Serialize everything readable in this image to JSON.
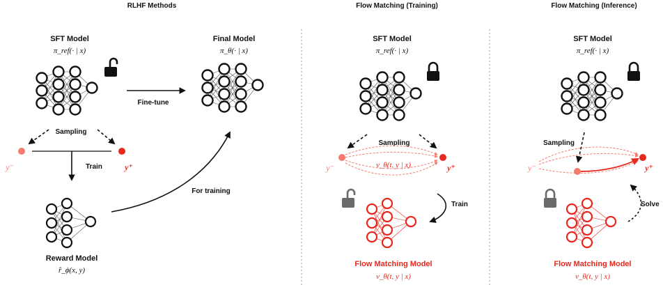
{
  "colors": {
    "ink": "#111111",
    "red": "#e8281e",
    "light_red": "#f47c6e",
    "gray_lock": "#6a6a6a",
    "divider": "#9a9a9a"
  },
  "panels": {
    "rlhf": {
      "title": "RLHF Methods",
      "sft": {
        "label": "SFT Model",
        "formula": "π_ref(· | x)"
      },
      "final": {
        "label": "Final Model",
        "formula": "π_θ(· | x)"
      },
      "finetune": "Fine-tune",
      "sampling": "Sampling",
      "y_minus": "y⁻",
      "y_plus": "y⁺",
      "train": "Train",
      "for_training": "For training",
      "reward": {
        "label": "Reward Model",
        "formula": "r̂_ϕ(x, y)"
      },
      "lock_icon": "unlocked-lock-icon"
    },
    "fm_train": {
      "title": "Flow Matching (Training)",
      "sft": {
        "label": "SFT Model",
        "formula": "π_ref(· | x)"
      },
      "sampling": "Sampling",
      "y_minus": "y⁻",
      "y_plus": "y⁺",
      "vfield": "v_θ(t, y | x)",
      "train": "Train",
      "fm": {
        "label": "Flow Matching Model",
        "formula": "v_θ(t, y | x)"
      },
      "lock_icon_top": "locked-lock-icon",
      "lock_icon_bottom": "unlocked-lock-icon"
    },
    "fm_infer": {
      "title": "Flow Matching (Inference)",
      "sft": {
        "label": "SFT Model",
        "formula": "π_ref(· | x)"
      },
      "sampling": "Sampling",
      "y_minus": "y⁻",
      "y_plus": "y⁺",
      "solve": "Solve",
      "fm": {
        "label": "Flow Matching Model",
        "formula": "v_θ(t, y | x)"
      },
      "lock_icon_top": "locked-lock-icon",
      "lock_icon_bottom": "locked-lock-icon"
    }
  }
}
